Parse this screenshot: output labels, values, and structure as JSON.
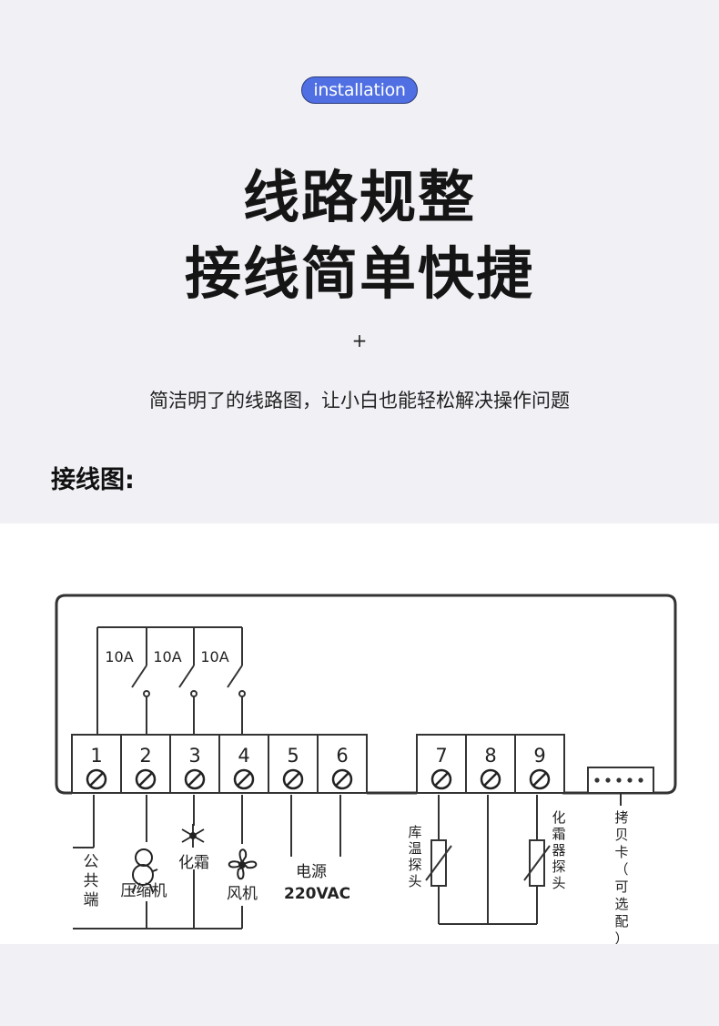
{
  "badge": "installation",
  "headline": [
    "线路规整",
    "接线简单快捷"
  ],
  "plus": "+",
  "subtitle": "简洁明了的线路图，让小白也能轻松解决操作问题",
  "section_title": "接线图:",
  "diagram": {
    "relay_ratings": [
      "10A",
      "10A",
      "10A"
    ],
    "terminals": [
      "1",
      "2",
      "3",
      "4",
      "5",
      "6",
      "7",
      "8",
      "9"
    ],
    "labels": {
      "common": "公共端",
      "compressor": "压缩机",
      "defrost": "化霜",
      "fan": "风机",
      "power": "电源",
      "voltage": "220VAC",
      "room_probe": "库温探头",
      "defrost_probe": "化霜器探头",
      "copy_card": "拷贝卡（可选配）"
    }
  }
}
